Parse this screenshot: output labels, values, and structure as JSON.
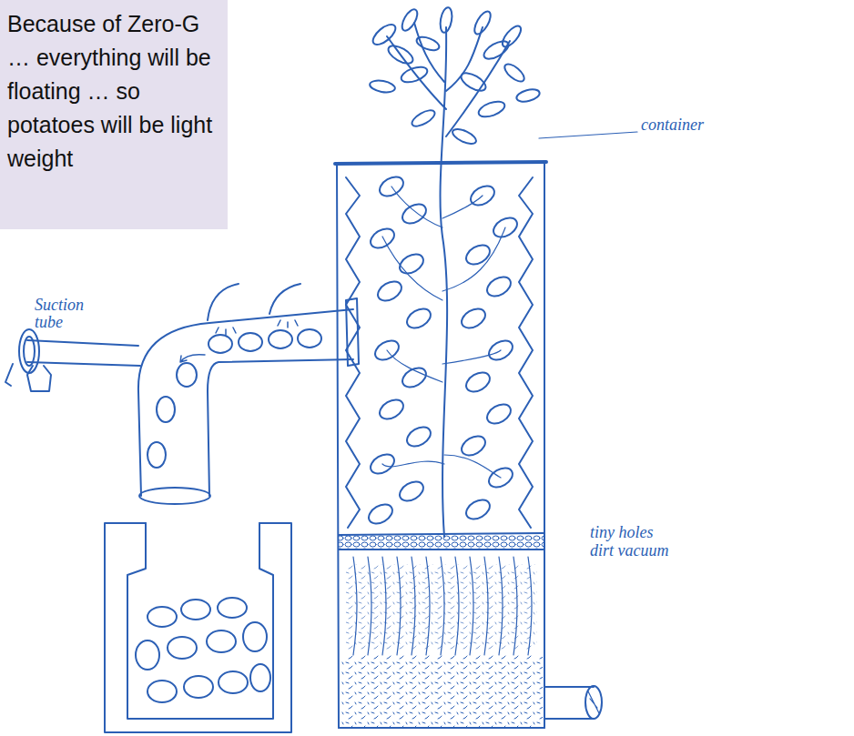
{
  "diagram": {
    "nodes": [
      {
        "text": [
          "Because of Zero-G … everything will be floating … so potatoes will be light weight"
        ]
      }
    ],
    "labels": [
      "Suction tube",
      "container",
      "tiny holes",
      "dirt vacuum"
    ]
  }
}
